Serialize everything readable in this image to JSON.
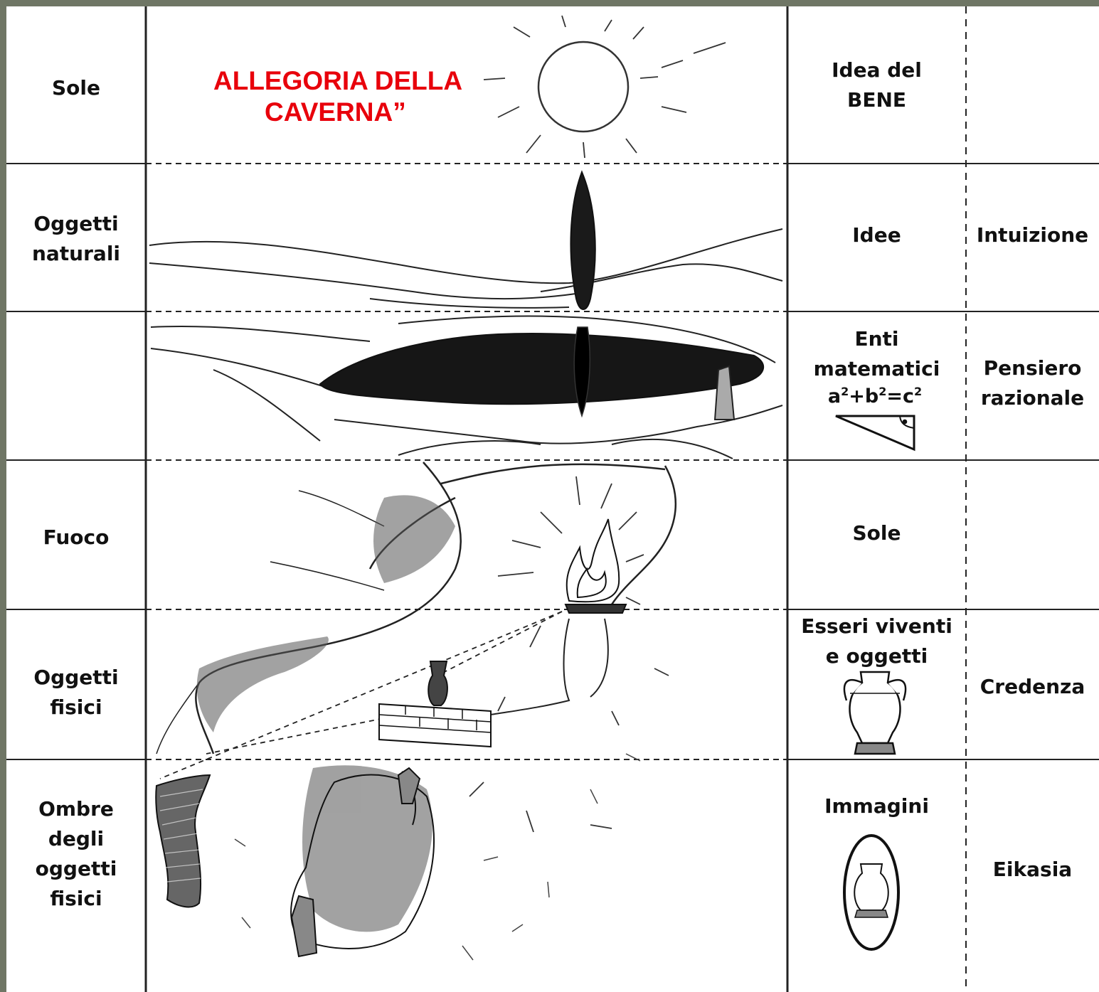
{
  "title": {
    "line1": "ALLEGORIA DELLA",
    "line2": "CAVERNA”"
  },
  "left_column": [
    {
      "label": "Sole"
    },
    {
      "label": "Oggetti\nnaturali"
    },
    {
      "label": ""
    },
    {
      "label": "Fuoco"
    },
    {
      "label": "Oggetti\nfisici"
    },
    {
      "label": "Ombre\ndegli\noggetti\nfisici"
    }
  ],
  "objects_column": [
    {
      "label": "Idea del\nBENE"
    },
    {
      "label": "Idee"
    },
    {
      "label": "Enti\nmatematici"
    },
    {
      "label": "Sole"
    },
    {
      "label": "Esseri viventi\ne oggetti"
    },
    {
      "label": "Immagini"
    }
  ],
  "formula": {
    "a": "a",
    "exp_a": "2",
    "plus": "+",
    "b": "b",
    "exp_b": "2",
    "eq": "=",
    "c": "c",
    "exp_c": "2"
  },
  "knowledge_column": [
    {
      "label": ""
    },
    {
      "label": "Intuizione"
    },
    {
      "label": "Pensiero\nrazionale"
    },
    {
      "label": ""
    },
    {
      "label": "Credenza"
    },
    {
      "label": "Eikasia"
    }
  ],
  "icons": [
    "sun-icon",
    "cypress-tree-icon",
    "fire-icon",
    "wall-icon",
    "amphora-icon",
    "right-triangle-icon",
    "oval-vase-image-icon",
    "prisoner-icon"
  ],
  "colors": {
    "title": "#e8000b",
    "frame": "#6f7665",
    "ink": "#111111"
  }
}
